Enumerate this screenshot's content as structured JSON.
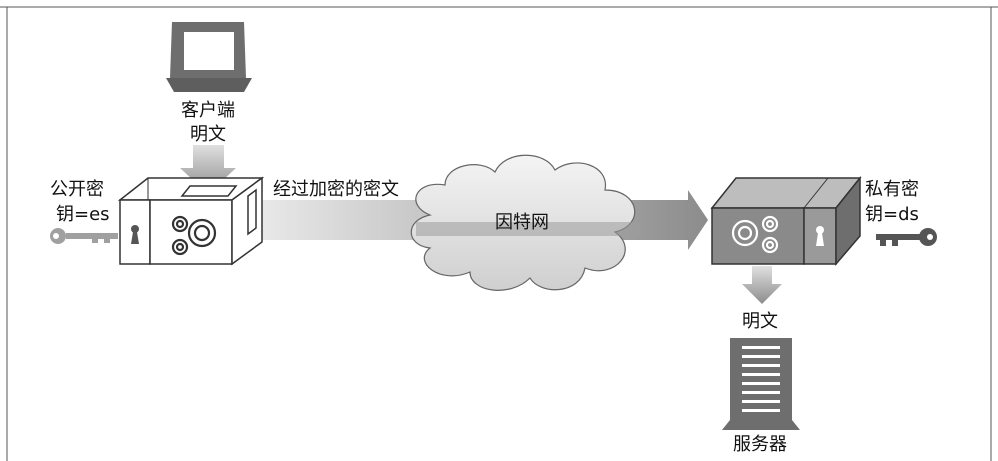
{
  "client": {
    "label": "客户端",
    "plaintext": "明文"
  },
  "public_key": {
    "line1": "公开密",
    "line2": "钥=es"
  },
  "private_key": {
    "line1": "私有密",
    "line2": "钥=ds"
  },
  "ciphertext_label": "经过加密的密文",
  "internet_label": "因特网",
  "server": {
    "plaintext": "明文",
    "label": "服务器"
  },
  "colors": {
    "border": "#555555",
    "arrow": "#9a9a9a",
    "cloud": "#e2e2e2",
    "box_dark": "#8a8a8a",
    "box_light": "#ffffff",
    "monitor": "#6e6e6e"
  }
}
